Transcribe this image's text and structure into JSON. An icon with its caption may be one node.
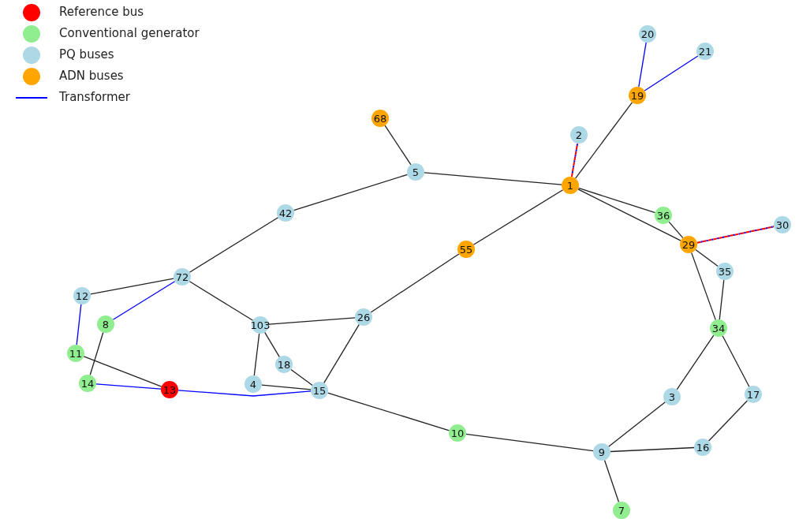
{
  "diagram": {
    "nodes": [
      {
        "text": [
          "20"
        ]
      },
      {
        "text": [
          "21"
        ]
      },
      {
        "text": [
          "19"
        ]
      },
      {
        "text": [
          "68"
        ]
      },
      {
        "text": [
          "2"
        ]
      },
      {
        "text": [
          "5"
        ]
      },
      {
        "text": [
          "1"
        ]
      },
      {
        "text": [
          "42"
        ]
      },
      {
        "text": [
          "36"
        ]
      },
      {
        "text": [
          "30"
        ]
      },
      {
        "text": [
          "29"
        ]
      },
      {
        "text": [
          "55"
        ]
      },
      {
        "text": [
          "35"
        ]
      },
      {
        "text": [
          "72"
        ]
      },
      {
        "text": [
          "12"
        ]
      },
      {
        "text": [
          "26"
        ]
      },
      {
        "text": [
          "8"
        ]
      },
      {
        "text": [
          "103"
        ]
      },
      {
        "text": [
          "34"
        ]
      },
      {
        "text": [
          "11"
        ]
      },
      {
        "text": [
          "18"
        ]
      },
      {
        "text": [
          "14"
        ]
      },
      {
        "text": [
          "4"
        ]
      },
      {
        "text": [
          "13"
        ]
      },
      {
        "text": [
          "15"
        ]
      },
      {
        "text": [
          "3"
        ]
      },
      {
        "text": [
          "17"
        ]
      },
      {
        "text": [
          "10"
        ]
      },
      {
        "text": [
          "9"
        ]
      },
      {
        "text": [
          "16"
        ]
      },
      {
        "text": [
          "7"
        ]
      }
    ],
    "edges": [
      {
        "from": 2,
        "to": 0,
        "arrow": "none",
        "color": "#0000ff"
      },
      {
        "from": 2,
        "to": 1,
        "arrow": "none",
        "color": "#0000ff"
      },
      {
        "from": 2,
        "to": 6,
        "arrow": "none"
      },
      {
        "from": 3,
        "to": 5,
        "arrow": "none"
      },
      {
        "from": 5,
        "to": 6,
        "arrow": "none"
      },
      {
        "from": 6,
        "to": 4,
        "arrow": "none",
        "style": "dashed",
        "color": "#ff0000"
      },
      {
        "from": 6,
        "to": 8,
        "arrow": "none"
      },
      {
        "from": 6,
        "to": 10,
        "arrow": "none"
      },
      {
        "from": 6,
        "to": 11,
        "arrow": "none"
      },
      {
        "from": 8,
        "to": 10,
        "arrow": "none"
      },
      {
        "from": 10,
        "to": 9,
        "arrow": "none",
        "style": "dashed",
        "color": "#ff0000"
      },
      {
        "from": 10,
        "to": 12,
        "arrow": "none"
      },
      {
        "from": 10,
        "to": 18,
        "arrow": "none"
      },
      {
        "from": 12,
        "to": 18,
        "arrow": "none"
      },
      {
        "from": 5,
        "to": 7,
        "arrow": "none"
      },
      {
        "from": 7,
        "to": 13,
        "arrow": "none"
      },
      {
        "from": 13,
        "to": 14,
        "arrow": "none"
      },
      {
        "from": 13,
        "to": 16,
        "arrow": "none",
        "color": "#0000ff"
      },
      {
        "from": 13,
        "to": 17,
        "arrow": "none"
      },
      {
        "from": 14,
        "to": 19,
        "arrow": "none",
        "color": "#0000ff"
      },
      {
        "from": 16,
        "to": 21,
        "arrow": "none"
      },
      {
        "from": 19,
        "to": 23,
        "arrow": "none"
      },
      {
        "from": 21,
        "to": 23,
        "arrow": "none",
        "color": "#0000ff"
      },
      {
        "from": 23,
        "to": 24,
        "arrow": "none",
        "color": "#0000ff"
      },
      {
        "from": 17,
        "to": 15,
        "arrow": "none"
      },
      {
        "from": 11,
        "to": 15,
        "arrow": "none"
      },
      {
        "from": 17,
        "to": 22,
        "arrow": "none"
      },
      {
        "from": 17,
        "to": 20,
        "arrow": "none"
      },
      {
        "from": 20,
        "to": 24,
        "arrow": "none"
      },
      {
        "from": 22,
        "to": 24,
        "arrow": "none"
      },
      {
        "from": 15,
        "to": 24,
        "arrow": "none"
      },
      {
        "from": 24,
        "to": 27,
        "arrow": "none"
      },
      {
        "from": 27,
        "to": 28,
        "arrow": "none"
      },
      {
        "from": 18,
        "to": 25,
        "arrow": "none"
      },
      {
        "from": 18,
        "to": 26,
        "arrow": "none"
      },
      {
        "from": 25,
        "to": 28,
        "arrow": "none"
      },
      {
        "from": 26,
        "to": 29,
        "arrow": "none"
      },
      {
        "from": 28,
        "to": 29,
        "arrow": "none"
      },
      {
        "from": 28,
        "to": 30,
        "arrow": "none"
      }
    ],
    "legend": [
      {
        "text": "Reference bus",
        "color": "#ff0000"
      },
      {
        "text": "Conventional generator",
        "color": "#90ee90"
      },
      {
        "text": "PQ buses",
        "color": "#add8e6"
      },
      {
        "text": "ADN buses",
        "color": "#ffa500"
      },
      {
        "text": "Transformer"
      }
    ]
  }
}
